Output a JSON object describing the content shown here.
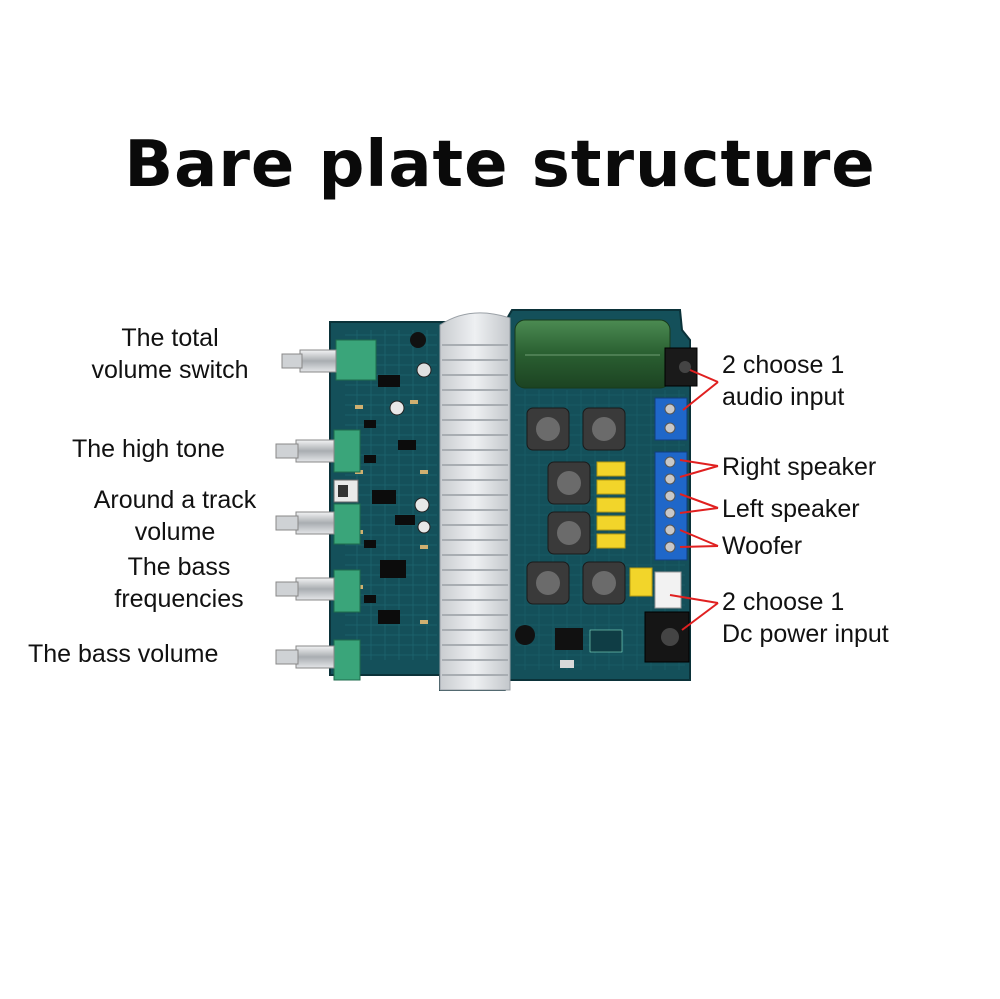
{
  "title": "Bare plate structure",
  "colors": {
    "pcb": "#14505a",
    "pcb_dark": "#0d3a42",
    "heatsink": "#d6d9dc",
    "capacitor": "#2e6a36",
    "terminal": "#1f67c9",
    "knob": "#bfc3c6",
    "pot": "#3aa57a",
    "callout_line": "#e02020",
    "inductor": "#3a3a3a",
    "yellow_cap": "#f2d52a"
  },
  "labels": {
    "left": [
      {
        "lines": [
          "The total",
          "volume switch"
        ]
      },
      {
        "lines": [
          "The high tone"
        ]
      },
      {
        "lines": [
          "Around a track",
          "volume"
        ]
      },
      {
        "lines": [
          "The bass",
          "frequencies"
        ]
      },
      {
        "lines": [
          "The bass volume"
        ]
      }
    ],
    "right": [
      {
        "lines": [
          "2 choose 1",
          "audio input"
        ]
      },
      {
        "lines": [
          "Right speaker"
        ]
      },
      {
        "lines": [
          "Left speaker"
        ]
      },
      {
        "lines": [
          "Woofer"
        ]
      },
      {
        "lines": [
          "2 choose 1",
          "Dc power input"
        ]
      }
    ]
  }
}
